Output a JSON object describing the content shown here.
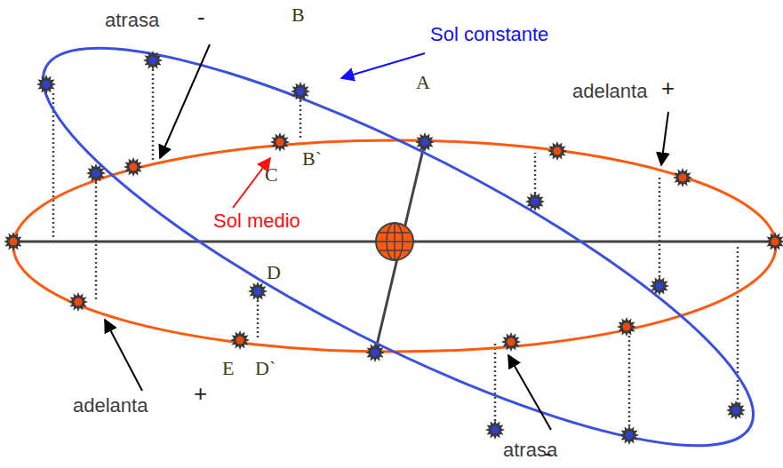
{
  "diagram": {
    "labels": [
      "atrasa",
      "-",
      "Sol constante",
      "B",
      "A",
      "adelanta",
      "+",
      "C",
      "B`",
      "Sol medio",
      "D",
      "E",
      "D`",
      "adelanta",
      "+",
      "atrasa",
      "-"
    ]
  }
}
